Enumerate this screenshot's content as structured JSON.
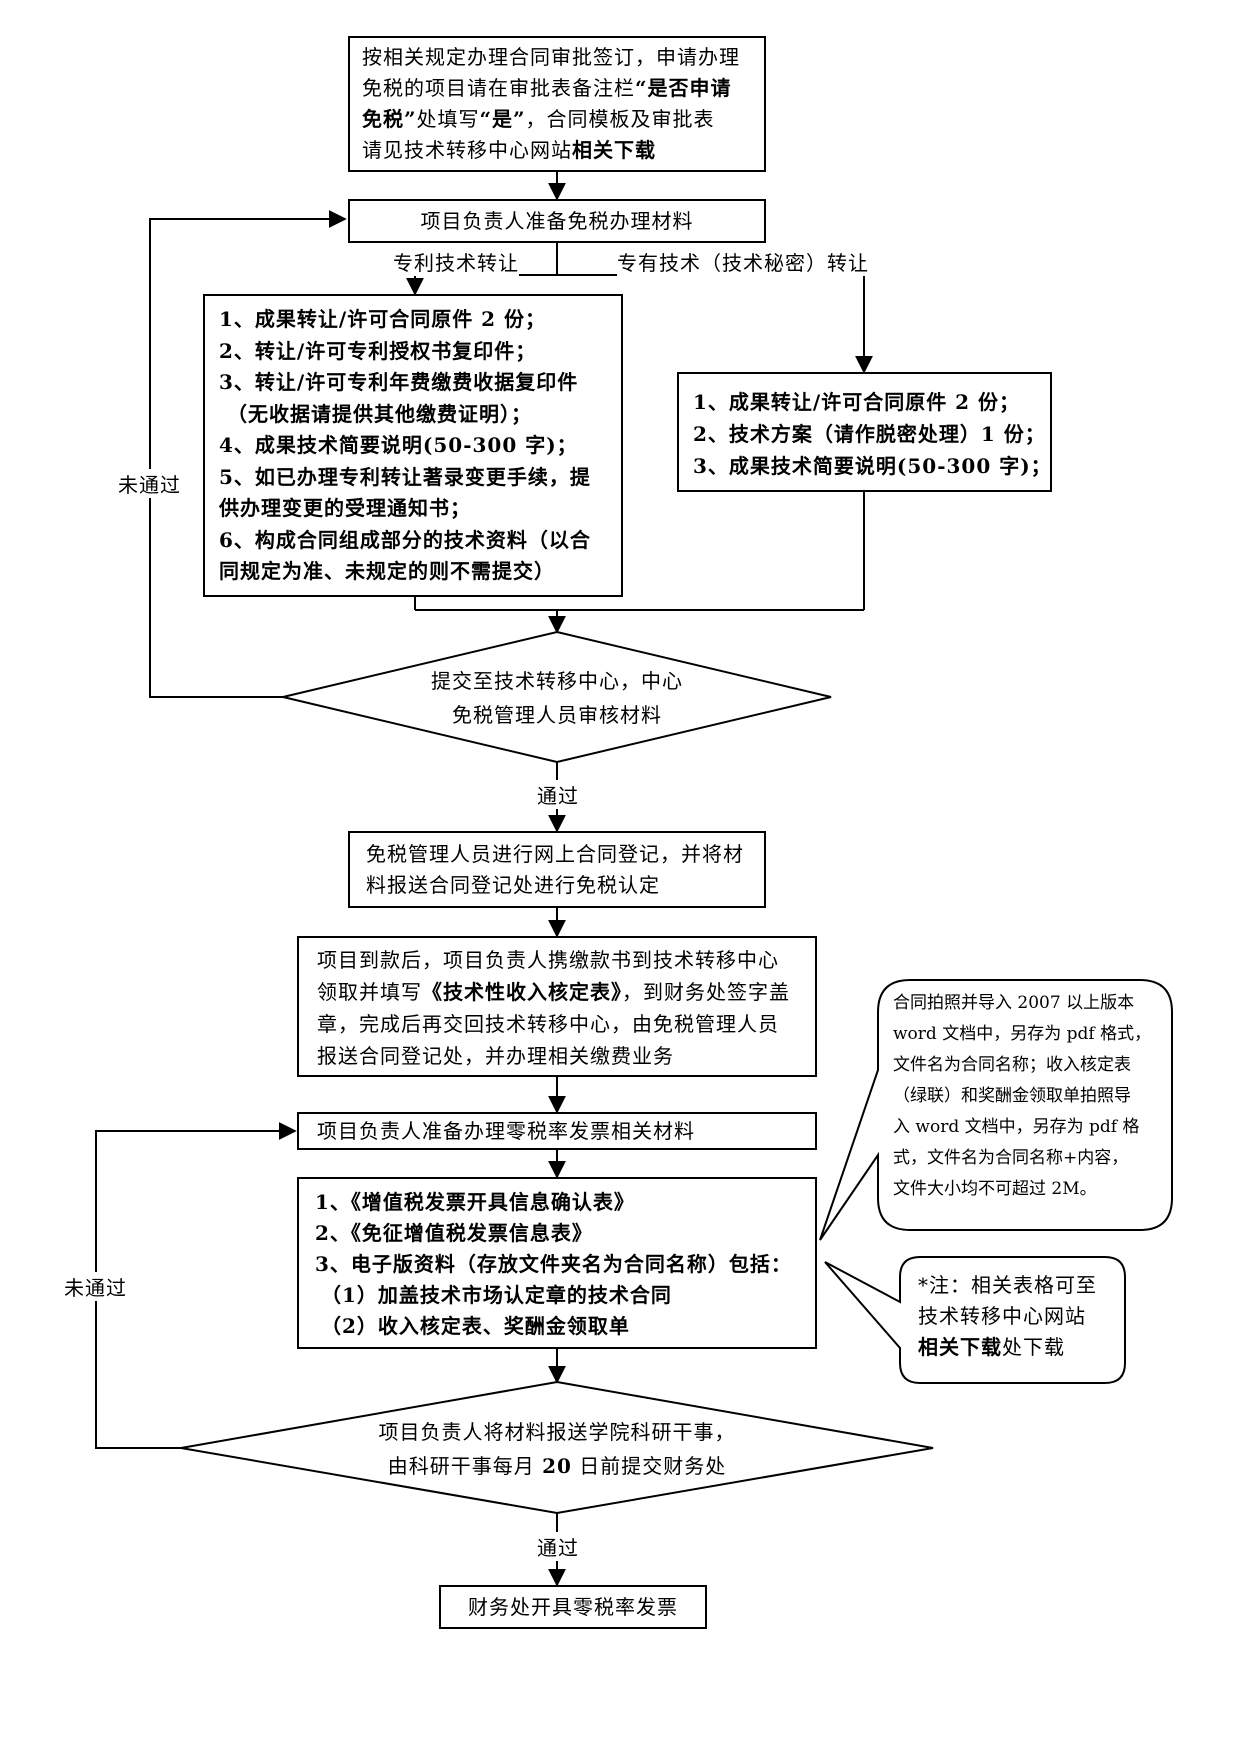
{
  "step1": {
    "l1": "按相关规定办理合同审批签订，申请办理",
    "l2a": "免税的项目请在审批表备注栏",
    "l2b": "“是否申请",
    "l3a": "免税”",
    "l3b": "处填写",
    "l3c": "“是”",
    "l3d": "，合同模板及审批表",
    "l4a": "请见技术转移中心网站",
    "l4b": "相关下载"
  },
  "step2": "项目负责人准备免税办理材料",
  "branch": {
    "left": "专利技术转让",
    "right": "专有技术（技术秘密）转让"
  },
  "patent_list": [
    "1、成果转让/许可合同原件 2 份；",
    "2、转让/许可专利授权书复印件；",
    "3、转让/许可专利年费缴费收据复印件",
    "（无收据请提供其他缴费证明）；",
    "4、成果技术简要说明(50-300 字)；",
    "5、如已办理专利转让著录变更手续，提",
    "供办理变更的受理通知书；",
    "6、构成合同组成部分的技术资料（以合",
    "同规定为准、未规定的则不需提交）"
  ],
  "knowhow_list": [
    "1、成果转让/许可合同原件 2 份；",
    "2、技术方案（请作脱密处理）1 份；",
    "3、成果技术简要说明(50-300 字)；"
  ],
  "decision1": {
    "l1": "提交至技术转移中心，中心",
    "l2": "免税管理人员审核材料"
  },
  "fail_label": "未通过",
  "pass_label": "通过",
  "step3": {
    "l1": "免税管理人员进行网上合同登记，并将材",
    "l2": "料报送合同登记处进行免税认定"
  },
  "step4": {
    "l1": "项目到款后，项目负责人携缴款书到技术转移中心",
    "l2a": "领取并填写",
    "l2b": "《技术性收入核定表》",
    "l2c": "，到财务处签字盖",
    "l3": "章，完成后再交回技术转移中心，由免税管理人员",
    "l4": "报送合同登记处，并办理相关缴费业务"
  },
  "step5": "项目负责人准备办理零税率发票相关材料",
  "step6": [
    "1、《增值税发票开具信息确认表》",
    "2、《免征增值税发票信息表》",
    "3、电子版资料（存放文件夹名为合同名称）包括：",
    "（1）加盖技术市场认定章的技术合同",
    "（2）收入核定表、奖酬金领取单"
  ],
  "callout1": [
    "合同拍照并导入 2007 以上版本",
    "word 文档中，另存为 pdf 格式，",
    "文件名为合同名称；收入核定表",
    "（绿联）和奖酬金领取单拍照导",
    "入 word 文档中，另存为 pdf 格",
    "式，文件名为合同名称+内容，",
    "文件大小均不可超过 2M。"
  ],
  "callout2": {
    "l1": "*注：相关表格可至",
    "l2": "技术转移中心网站",
    "l3a": "相关下载",
    "l3b": "处下载"
  },
  "decision2": {
    "l1": "项目负责人将材料报送学院科研干事，",
    "l2a": "由科研干事每月 ",
    "l2b": "20",
    "l2c": " 日前提交财务处"
  },
  "final": "财务处开具零税率发票"
}
